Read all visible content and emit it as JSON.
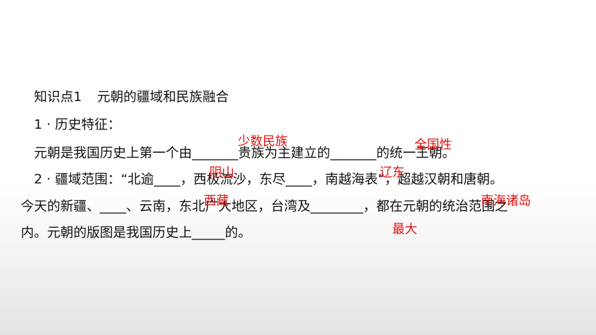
{
  "heading": {
    "label": "知识点1",
    "title": "元朝的疆域和民族融合"
  },
  "point1": {
    "label": "1 · 历史特征："
  },
  "point1_text": {
    "a": "元朝是我国历史上第一个由",
    "blank1": "_______",
    "b": "贵族为主建立的",
    "blank2": "_______",
    "c": "的统一王朝。"
  },
  "point2_line1": {
    "a": "2 · 疆域范围：“北逾",
    "blank1": "____",
    "b": "，西极流沙，东尽",
    "blank2": "____",
    "c": "，南越海表”，超越汉朝和唐朝。"
  },
  "point2_line2": {
    "a": "今天的新疆、",
    "blank1": "____",
    "b": "、云南，东北广大地区，台湾及",
    "blank2": "________",
    "c": "，都在元朝的统治范围之"
  },
  "point2_line3": {
    "a": "内。元朝的版图是我国历史上",
    "blank1": "_____",
    "b": "的。"
  },
  "answers": {
    "a1": "少数民族",
    "a2": "全国性",
    "a3": "阴山",
    "a4": "辽东",
    "a5": "西藏",
    "a6": "南海诸岛",
    "a7": "最大"
  },
  "colors": {
    "text": "#111111",
    "answer": "#e01010"
  }
}
